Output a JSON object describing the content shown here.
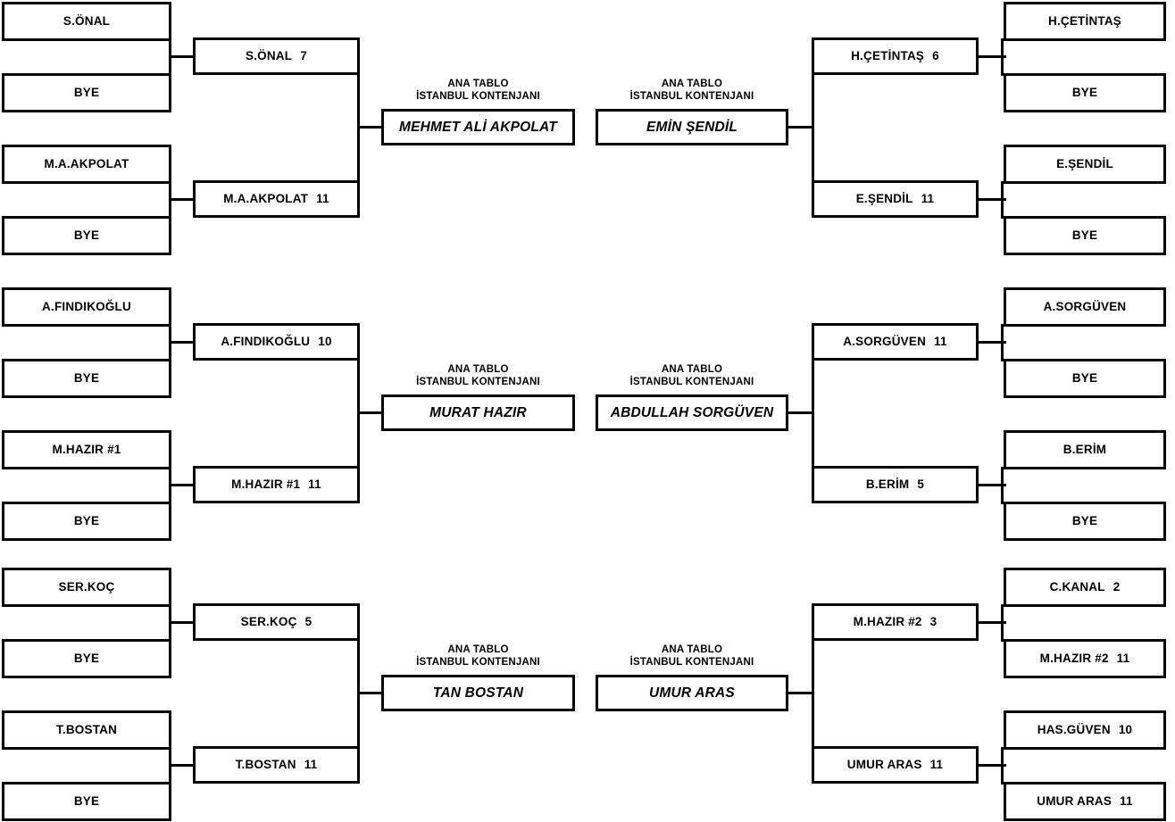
{
  "meta": {
    "caption_line1": "ANA TABLO",
    "caption_line2": "İSTANBUL KONTENJANI",
    "bye_label": "BYE",
    "ink_color": "#000000",
    "background_color": "#ffffff"
  },
  "groups": [
    {
      "id": "group-1",
      "left": {
        "round1": [
          {
            "name": "S.ÖNAL",
            "score": ""
          },
          {
            "name": "BYE",
            "score": ""
          },
          {
            "name": "M.A.AKPOLAT",
            "score": ""
          },
          {
            "name": "BYE",
            "score": ""
          }
        ],
        "round2": [
          {
            "name": "S.ÖNAL",
            "score": "7"
          },
          {
            "name": "M.A.AKPOLAT",
            "score": "11"
          }
        ],
        "qualifier": "MEHMET ALİ AKPOLAT"
      },
      "right": {
        "round1": [
          {
            "name": "H.ÇETİNTAŞ",
            "score": ""
          },
          {
            "name": "BYE",
            "score": ""
          },
          {
            "name": "E.ŞENDİL",
            "score": ""
          },
          {
            "name": "BYE",
            "score": ""
          }
        ],
        "round2": [
          {
            "name": "H.ÇETİNTAŞ",
            "score": "6"
          },
          {
            "name": "E.ŞENDİL",
            "score": "11"
          }
        ],
        "qualifier": "EMİN ŞENDİL"
      }
    },
    {
      "id": "group-2",
      "left": {
        "round1": [
          {
            "name": "A.FINDIKOĞLU",
            "score": ""
          },
          {
            "name": "BYE",
            "score": ""
          },
          {
            "name": "M.HAZIR #1",
            "score": ""
          },
          {
            "name": "BYE",
            "score": ""
          }
        ],
        "round2": [
          {
            "name": "A.FINDIKOĞLU",
            "score": "10"
          },
          {
            "name": "M.HAZIR #1",
            "score": "11"
          }
        ],
        "qualifier": "MURAT HAZIR"
      },
      "right": {
        "round1": [
          {
            "name": "A.SORGÜVEN",
            "score": ""
          },
          {
            "name": "BYE",
            "score": ""
          },
          {
            "name": "B.ERİM",
            "score": ""
          },
          {
            "name": "BYE",
            "score": ""
          }
        ],
        "round2": [
          {
            "name": "A.SORGÜVEN",
            "score": "11"
          },
          {
            "name": "B.ERİM",
            "score": "5"
          }
        ],
        "qualifier": "ABDULLAH SORGÜVEN"
      }
    },
    {
      "id": "group-3",
      "left": {
        "round1": [
          {
            "name": "SER.KOÇ",
            "score": ""
          },
          {
            "name": "BYE",
            "score": ""
          },
          {
            "name": "T.BOSTAN",
            "score": ""
          },
          {
            "name": "BYE",
            "score": ""
          }
        ],
        "round2": [
          {
            "name": "SER.KOÇ",
            "score": "5"
          },
          {
            "name": "T.BOSTAN",
            "score": "11"
          }
        ],
        "qualifier": "TAN BOSTAN"
      },
      "right": {
        "round1": [
          {
            "name": "C.KANAL",
            "score": "2"
          },
          {
            "name": "M.HAZIR #2",
            "score": "11"
          },
          {
            "name": "HAS.GÜVEN",
            "score": "10"
          },
          {
            "name": "UMUR ARAS",
            "score": "11"
          }
        ],
        "round2": [
          {
            "name": "M.HAZIR #2",
            "score": "3"
          },
          {
            "name": "UMUR ARAS",
            "score": "11"
          }
        ],
        "qualifier": "UMUR ARAS"
      }
    }
  ]
}
